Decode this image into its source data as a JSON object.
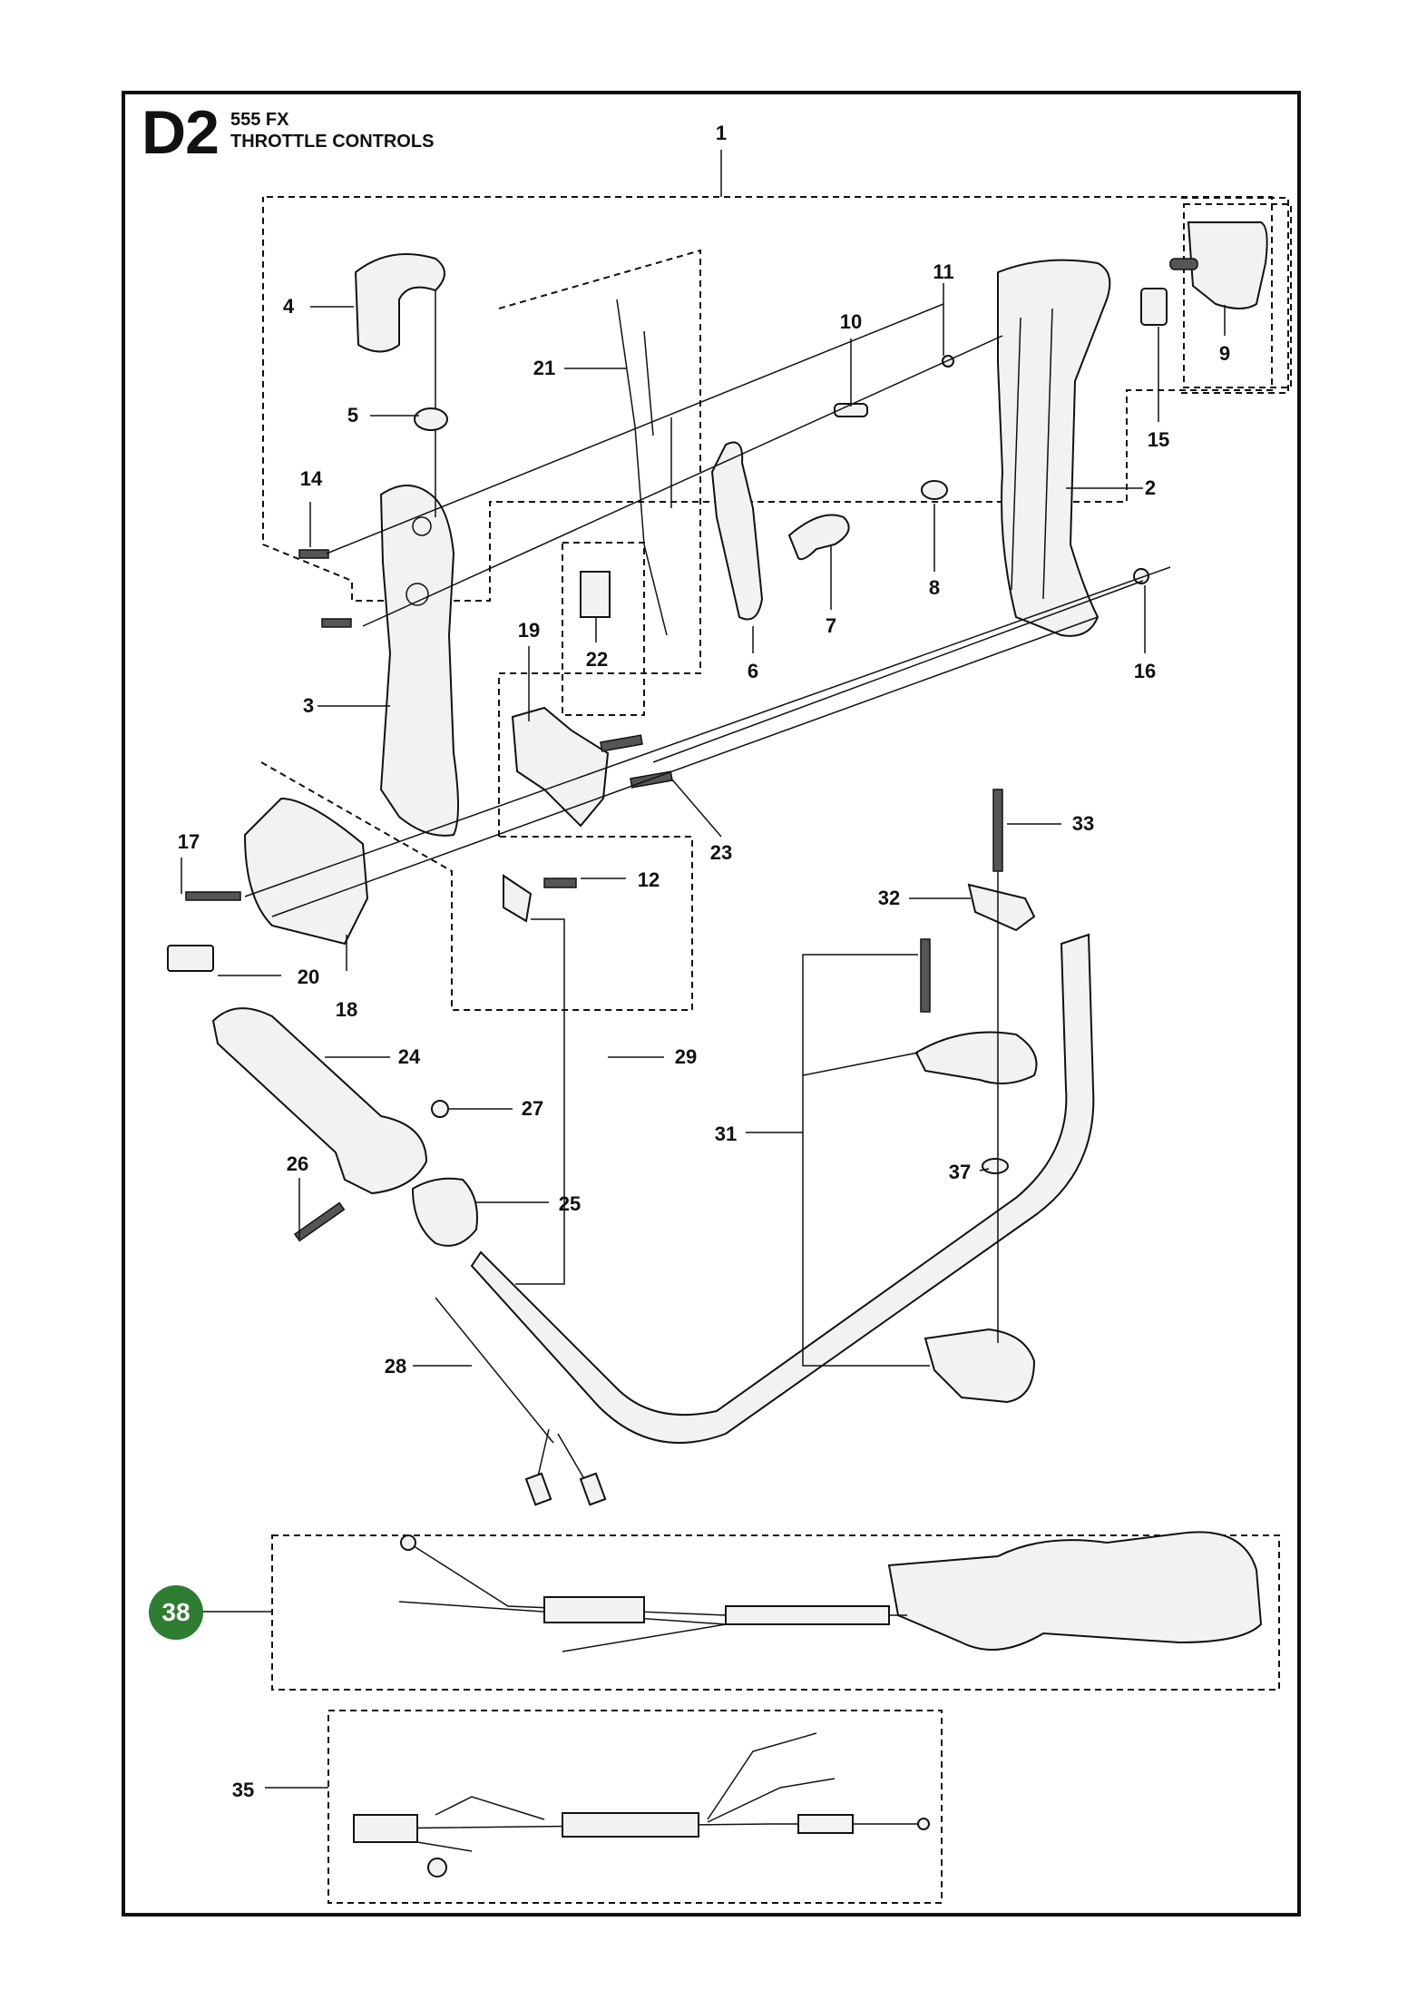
{
  "header": {
    "section_code": "D2",
    "model": "555 FX",
    "title": "THROTTLE CONTROLS"
  },
  "callouts": [
    {
      "id": "p1",
      "number": "1"
    },
    {
      "id": "p2",
      "number": "2"
    },
    {
      "id": "p3",
      "number": "3"
    },
    {
      "id": "p4",
      "number": "4"
    },
    {
      "id": "p5",
      "number": "5"
    },
    {
      "id": "p6",
      "number": "6"
    },
    {
      "id": "p7",
      "number": "7"
    },
    {
      "id": "p8",
      "number": "8"
    },
    {
      "id": "p9",
      "number": "9"
    },
    {
      "id": "p10",
      "number": "10"
    },
    {
      "id": "p11",
      "number": "11"
    },
    {
      "id": "p12",
      "number": "12"
    },
    {
      "id": "p14",
      "number": "14"
    },
    {
      "id": "p15",
      "number": "15"
    },
    {
      "id": "p16",
      "number": "16"
    },
    {
      "id": "p17",
      "number": "17"
    },
    {
      "id": "p18",
      "number": "18"
    },
    {
      "id": "p19",
      "number": "19"
    },
    {
      "id": "p20",
      "number": "20"
    },
    {
      "id": "p21",
      "number": "21"
    },
    {
      "id": "p22",
      "number": "22"
    },
    {
      "id": "p23",
      "number": "23"
    },
    {
      "id": "p24",
      "number": "24"
    },
    {
      "id": "p25",
      "number": "25"
    },
    {
      "id": "p26",
      "number": "26"
    },
    {
      "id": "p27",
      "number": "27"
    },
    {
      "id": "p28",
      "number": "28"
    },
    {
      "id": "p29",
      "number": "29"
    },
    {
      "id": "p31",
      "number": "31"
    },
    {
      "id": "p32",
      "number": "32"
    },
    {
      "id": "p33",
      "number": "33"
    },
    {
      "id": "p35",
      "number": "35"
    },
    {
      "id": "p37",
      "number": "37"
    }
  ],
  "highlight": {
    "number": "38",
    "color": "#2f7d32"
  }
}
